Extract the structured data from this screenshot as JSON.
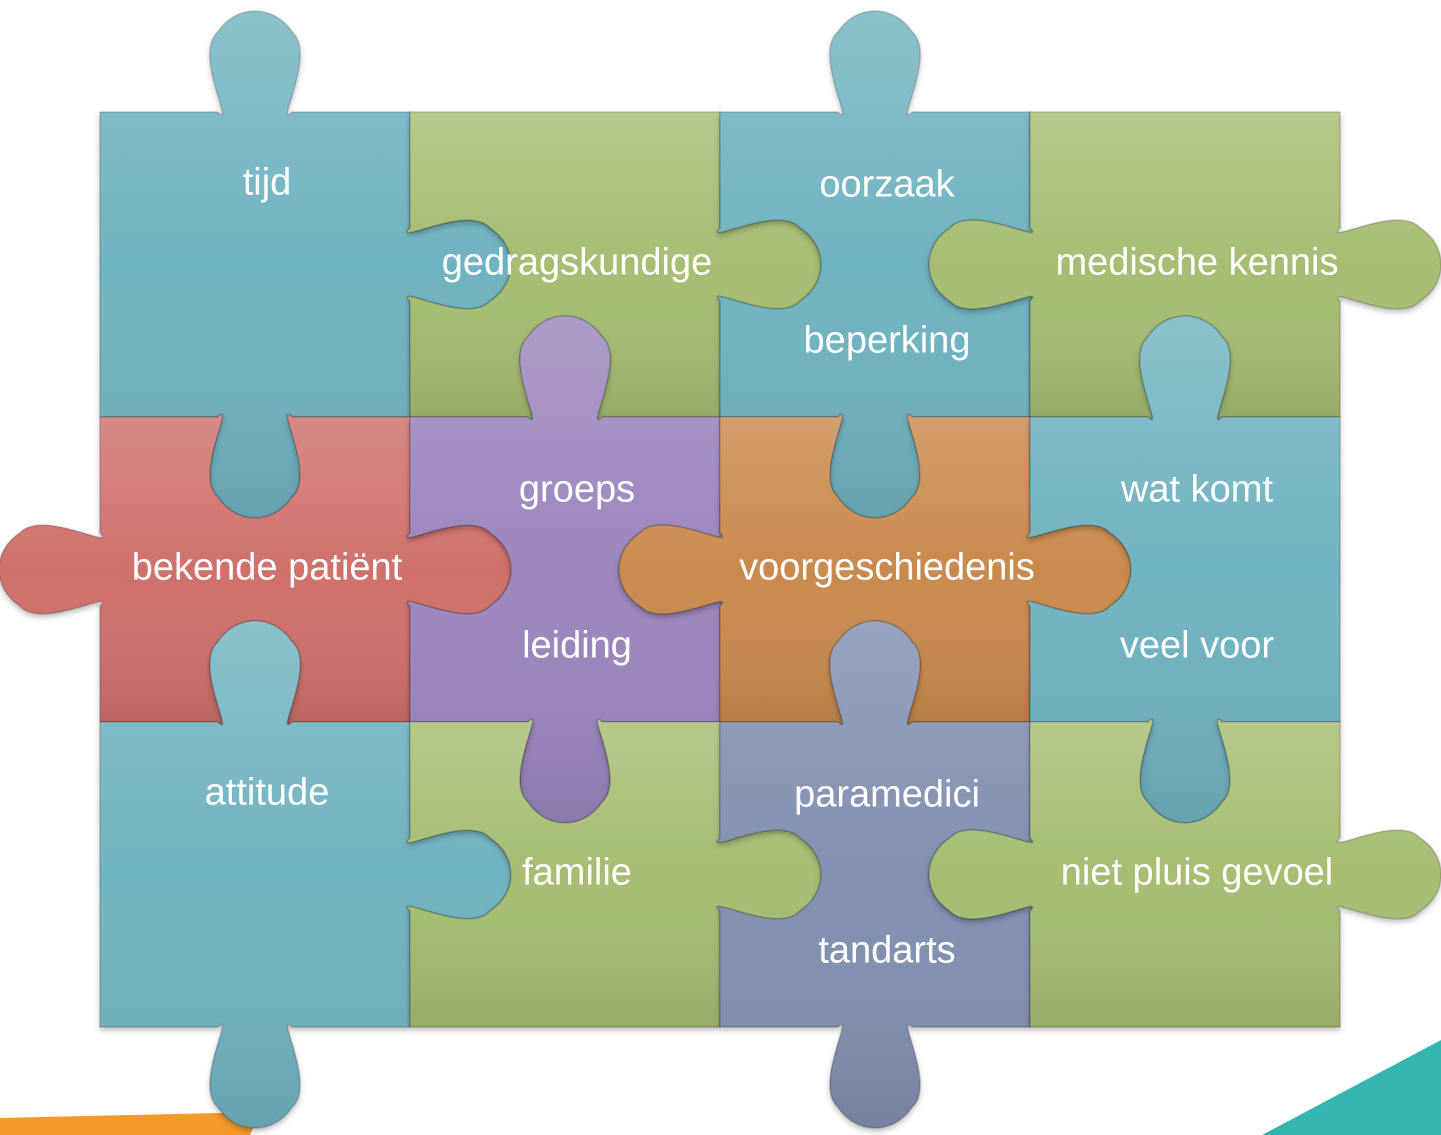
{
  "diagram": {
    "type": "jigsaw-puzzle",
    "rows": 3,
    "cols": 4,
    "palette": {
      "teal": "#6fb3c0",
      "green": "#a6bd72",
      "red": "#cf6f6c",
      "purple": "#9b86bd",
      "orange": "#c98a4d",
      "slate": "#8190b0"
    },
    "corner_accents": {
      "orange": "#f39a2b",
      "teal": "#35b5b0"
    },
    "pieces": [
      {
        "id": "tijd",
        "row": 0,
        "col": 0,
        "color": "teal",
        "lines": [
          "tijd"
        ]
      },
      {
        "id": "gedragskundige",
        "row": 0,
        "col": 1,
        "color": "green",
        "lines": [
          "gedragskundige"
        ]
      },
      {
        "id": "oorzaak-beperking",
        "row": 0,
        "col": 2,
        "color": "teal",
        "lines": [
          "oorzaak",
          "beperking"
        ]
      },
      {
        "id": "medische-kennis",
        "row": 0,
        "col": 3,
        "color": "green",
        "lines": [
          "medische kennis"
        ]
      },
      {
        "id": "bekende-patient",
        "row": 1,
        "col": 0,
        "color": "red",
        "lines": [
          "bekende patiënt"
        ]
      },
      {
        "id": "groeps-leiding",
        "row": 1,
        "col": 1,
        "color": "purple",
        "lines": [
          "groeps",
          "leiding"
        ]
      },
      {
        "id": "voorgeschiedenis",
        "row": 1,
        "col": 2,
        "color": "orange",
        "lines": [
          "voorgeschiedenis"
        ]
      },
      {
        "id": "wat-komt-veel-voor",
        "row": 1,
        "col": 3,
        "color": "teal",
        "lines": [
          "wat komt",
          "veel voor"
        ]
      },
      {
        "id": "attitude",
        "row": 2,
        "col": 0,
        "color": "teal",
        "lines": [
          "attitude"
        ]
      },
      {
        "id": "familie",
        "row": 2,
        "col": 1,
        "color": "green",
        "lines": [
          "familie"
        ]
      },
      {
        "id": "paramedici-tandarts",
        "row": 2,
        "col": 2,
        "color": "slate",
        "lines": [
          "paramedici",
          "tandarts"
        ]
      },
      {
        "id": "niet-pluis-gevoel",
        "row": 2,
        "col": 3,
        "color": "green",
        "lines": [
          "niet pluis gevoel"
        ]
      }
    ]
  }
}
